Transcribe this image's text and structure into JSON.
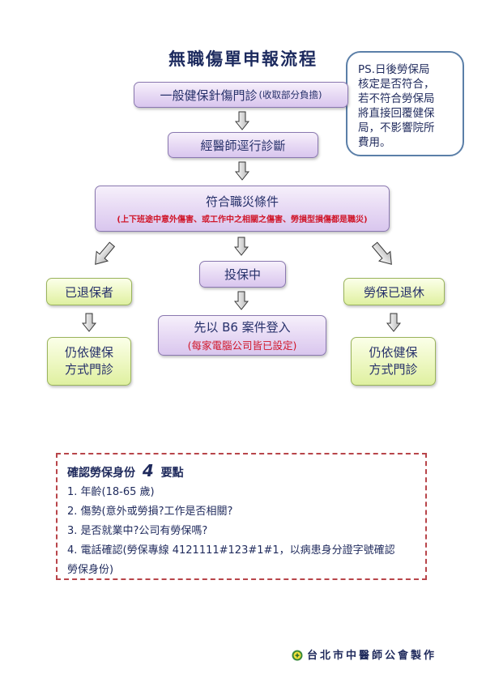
{
  "title": "無職傷單申報流程",
  "note": {
    "lines": [
      "PS.日後勞保局",
      "核定是否符合，",
      "若不符合勞保局",
      "將直接回覆健保",
      "局，不影響院所",
      "費用。"
    ]
  },
  "flow": {
    "step1": {
      "main": "一般健保針傷門診",
      "sub": "(收取部分負擔)"
    },
    "step2": {
      "main": "經醫師逕行診斷"
    },
    "step3": {
      "main": "符合職災條件",
      "sub": "(上下班途中意外傷害、或工作中之相關之傷害、勞損型損傷都是職災)"
    },
    "branch_left": {
      "label": "已退保者",
      "result_line1": "仍依健保",
      "result_line2": "方式門診"
    },
    "branch_center": {
      "label": "投保中",
      "result_main": "先以 B6 案件登入",
      "result_sub": "(每家電腦公司皆已設定)"
    },
    "branch_right": {
      "label": "勞保已退休",
      "result_line1": "仍依健保",
      "result_line2": "方式門診"
    }
  },
  "checklist": {
    "heading_prefix": "確認勞保身份",
    "heading_num": "4",
    "heading_suffix": "要點",
    "items": [
      "1. 年齡(18-65 歲)",
      "2. 傷勢(意外或勞損?工作是否相關?",
      "3. 是否就業中?公司有勞保嗎?",
      "4. 電話確認(勞保專線 4121111#123#1#1，以病患身分證字號確認",
      "勞保身份)"
    ]
  },
  "footer": {
    "org": "台北市中醫師公會製作"
  },
  "colors": {
    "title": "#1c2a5e",
    "red_text": "#d0162a",
    "dash_border": "#b8454a",
    "note_border": "#5b7fa8"
  }
}
